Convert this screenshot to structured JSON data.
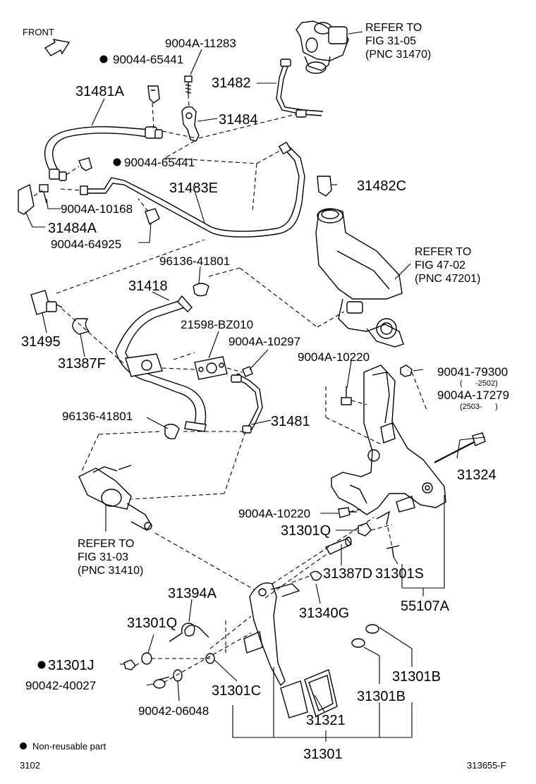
{
  "front_label": "FRONT",
  "labels": {
    "p_9004A_11283": "9004A-11283",
    "p_90044_65441_a": "90044-65441",
    "p_31481A": "31481A",
    "p_31482": "31482",
    "p_31484": "31484",
    "p_90044_65441_b": "90044-65441",
    "p_31483E": "31483E",
    "p_31482C": "31482C",
    "p_9004A_10168": "9004A-10168",
    "p_31484A": "31484A",
    "p_90044_64925": "90044-64925",
    "p_96136_41801_a": "96136-41801",
    "p_31418": "31418",
    "p_31495": "31495",
    "p_21598_BZ010": "21598-BZ010",
    "p_9004A_10297": "9004A-10297",
    "p_31387F": "31387F",
    "p_9004A_10220_a": "9004A-10220",
    "p_90041_79300": "90041-79300",
    "p_range_1": "(      -2502)",
    "p_9004A_17279": "9004A-17279",
    "p_range_2": "(2503-      )",
    "p_96136_41801_b": "96136-41801",
    "p_31481": "31481",
    "p_31324": "31324",
    "p_9004A_10220_b": "9004A-10220",
    "p_31301Q_a": "31301Q",
    "p_31387D": "31387D",
    "p_31301S": "31301S",
    "p_31394A": "31394A",
    "p_31340G": "31340G",
    "p_55107A": "55107A",
    "p_31301Q_b": "31301Q",
    "p_31301J": "31301J",
    "p_90042_40027": "90042-40027",
    "p_31301C": "31301C",
    "p_31301B_a": "31301B",
    "p_31301B_b": "31301B",
    "p_90042_06048": "90042-06048",
    "p_31321": "31321",
    "p_31301": "31301"
  },
  "references": {
    "ref1": [
      "REFER TO",
      "FIG 31-05",
      "(PNC 31470)"
    ],
    "ref2": [
      "REFER TO",
      "FIG 47-02",
      "(PNC 47201)"
    ],
    "ref3": [
      "REFER TO",
      "FIG 31-03",
      "(PNC 31410)"
    ]
  },
  "legend": {
    "text": "Non-reusable part"
  },
  "footer": {
    "left": "3102",
    "right": "313655-F"
  }
}
